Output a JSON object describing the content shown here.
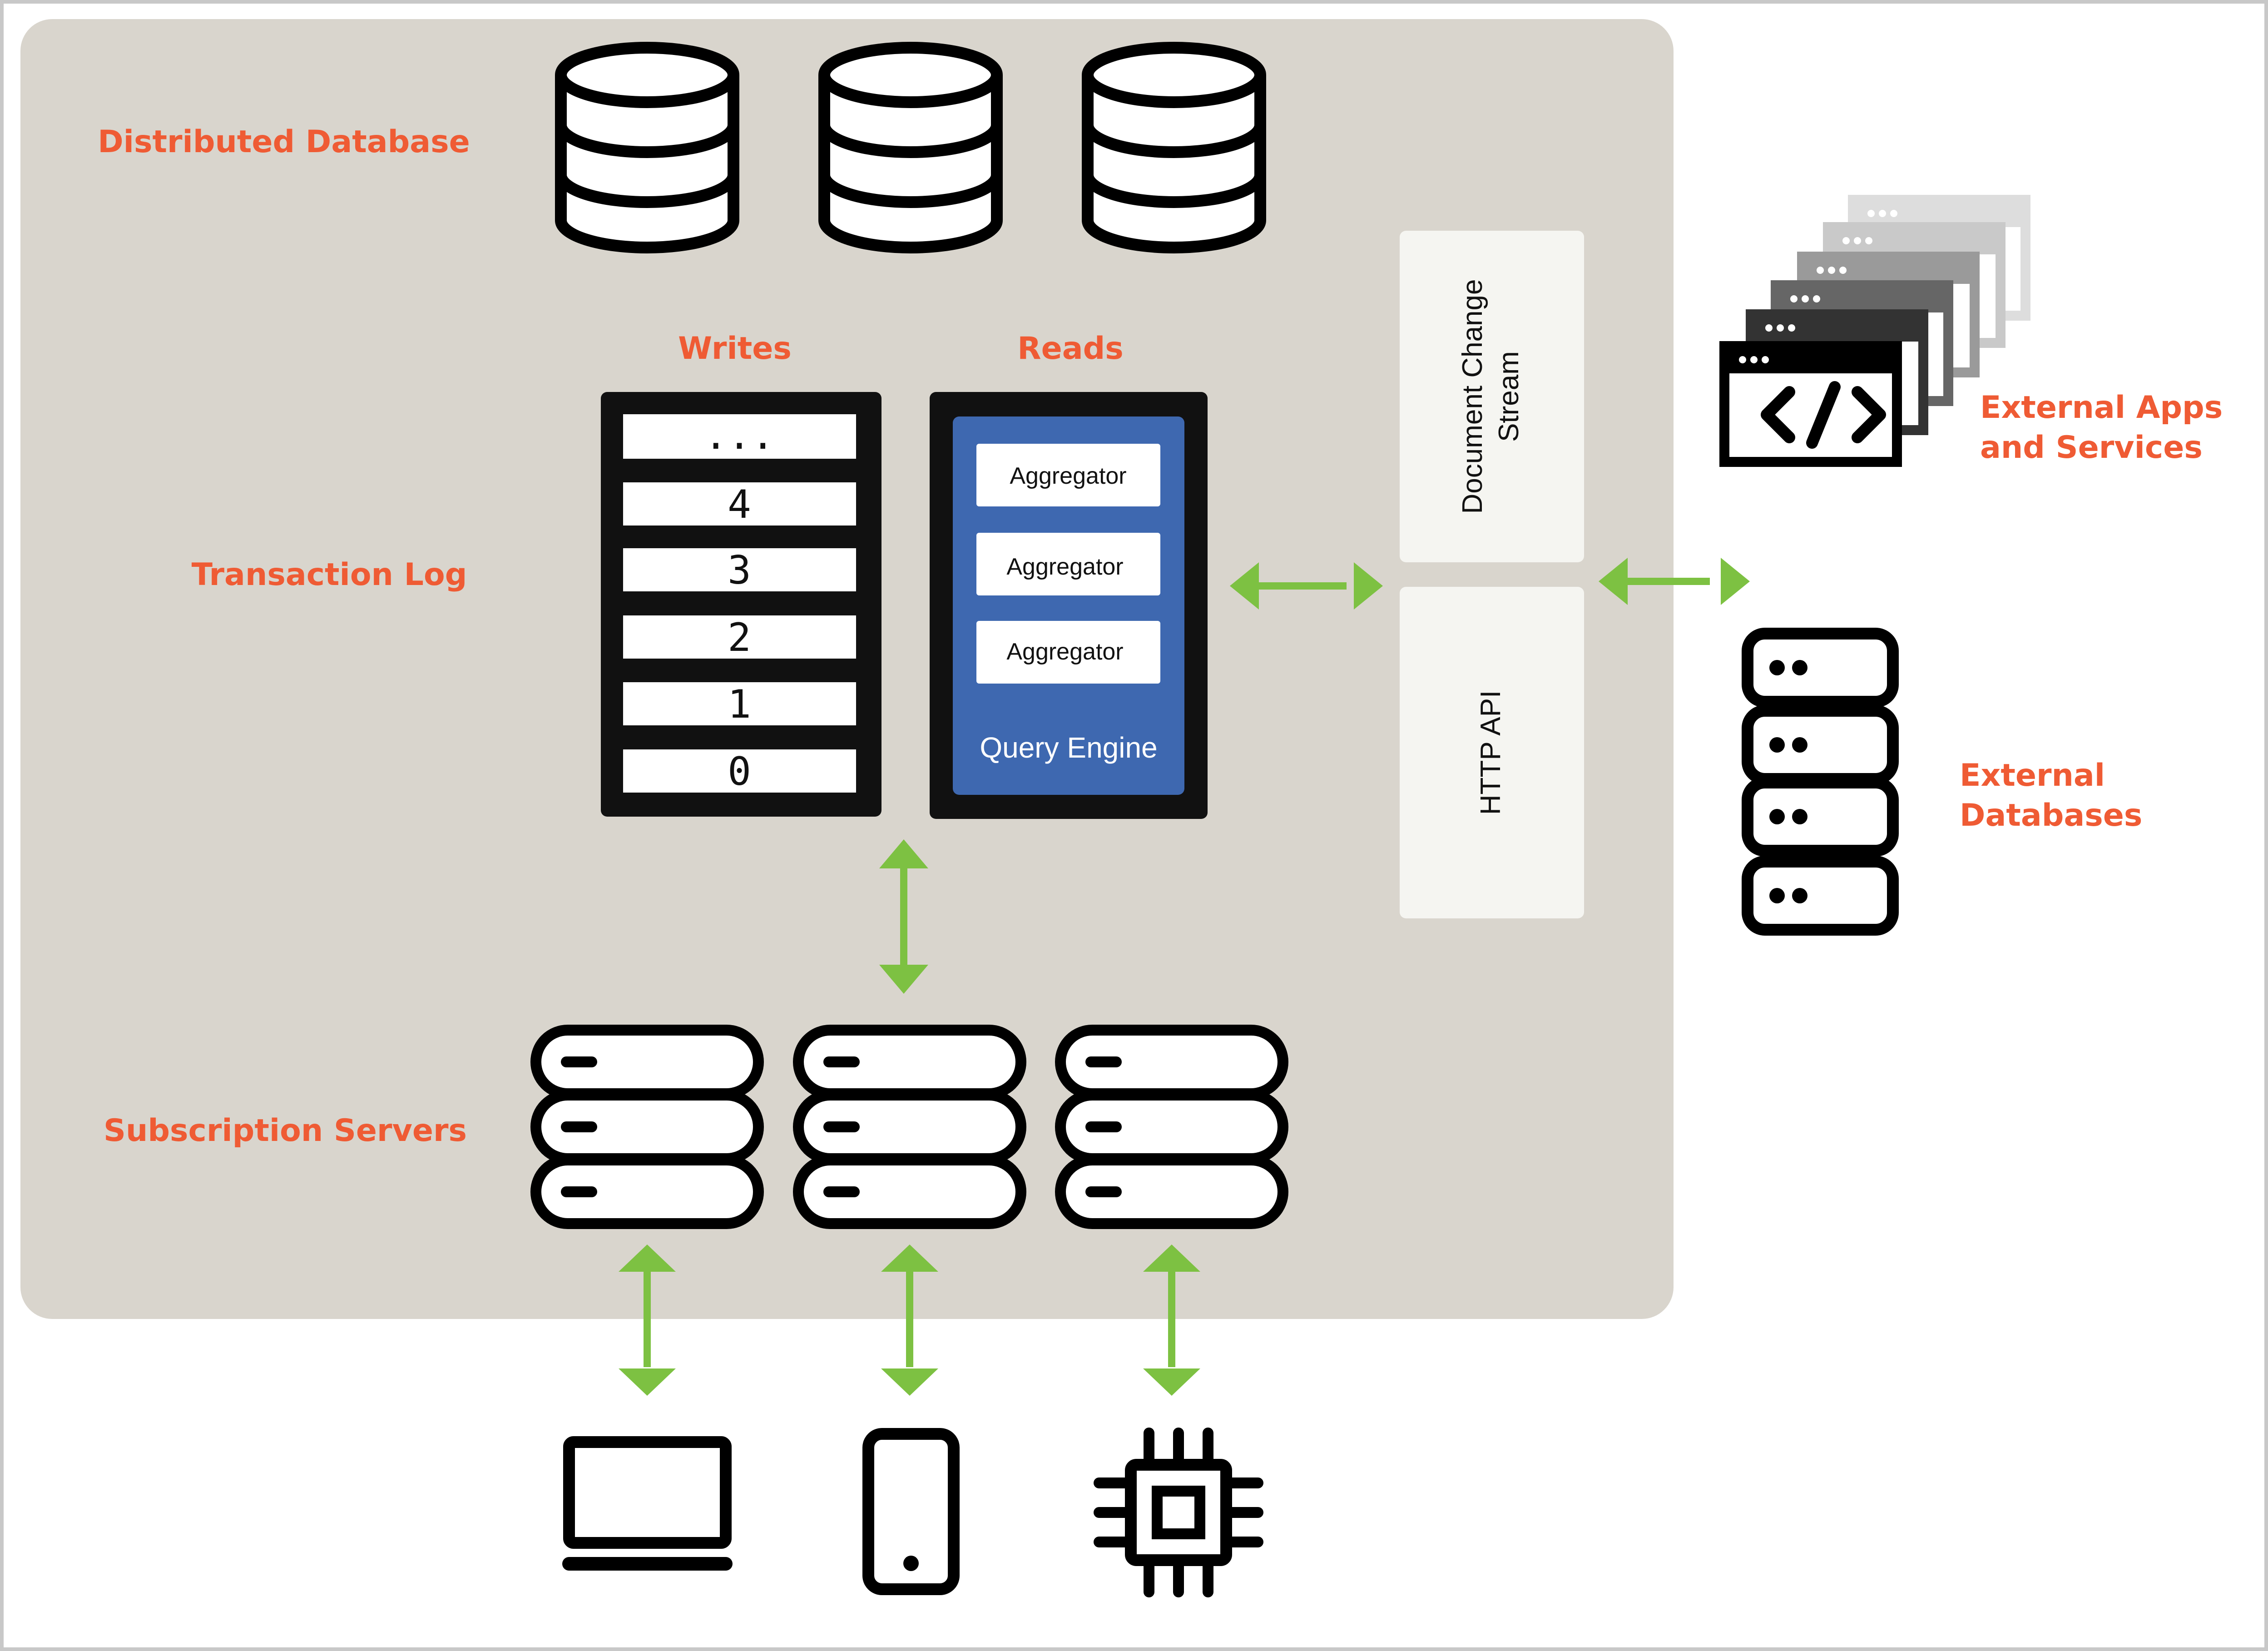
{
  "labels": {
    "distributed_database": "Distributed Database",
    "transaction_log": "Transaction Log",
    "subscription_servers": "Subscription Servers",
    "writes": "Writes",
    "reads": "Reads",
    "external_apps_line1": "External Apps",
    "external_apps_line2": "and Services",
    "external_databases_line1": "External",
    "external_databases_line2": "Databases"
  },
  "transaction_log": {
    "entries": [
      "...",
      "4",
      "3",
      "2",
      "1",
      "0"
    ]
  },
  "query_engine": {
    "title": "Query Engine",
    "aggregators": [
      "Aggregator",
      "Aggregator",
      "Aggregator"
    ]
  },
  "interfaces": {
    "change_stream_line1": "Document Change",
    "change_stream_line2": "Stream",
    "http_api": "HTTP API"
  },
  "colors": {
    "label_orange": "#ef5b34",
    "arrow_green": "#7dc142",
    "panel_gray": "#d9d5cd",
    "query_engine_blue": "#3e68b0",
    "interface_panel": "#f5f5f1"
  },
  "icons": {
    "database": "database-cylinder-icon",
    "server": "server-stack-icon",
    "laptop": "laptop-icon",
    "phone": "phone-icon",
    "chip": "chip-icon",
    "code_window": "code-window-icon"
  }
}
